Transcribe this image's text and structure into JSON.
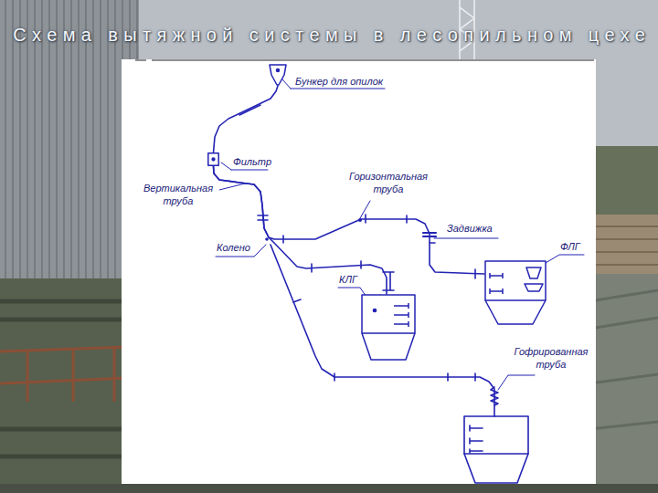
{
  "diagram": {
    "title": "Схема вытяжной системы в лесопильном цехе",
    "nodes": [
      {
        "text": [
          "Бункер для опилок"
        ]
      },
      {
        "text": [
          "Фильтр"
        ]
      },
      {
        "text": [
          "ФЛГ"
        ]
      },
      {
        "text": [
          "КЛГ"
        ]
      }
    ],
    "edges": [
      {
        "from": 0,
        "to": 1,
        "arrow": "none"
      },
      {
        "from": 1,
        "to": 2,
        "arrow": "none"
      },
      {
        "from": 1,
        "to": 3,
        "arrow": "none"
      }
    ],
    "labels": [
      "Вертикальная труба",
      "Горизонтальная труба",
      "Задвижка",
      "Колено",
      "Гофрированная труба"
    ]
  }
}
